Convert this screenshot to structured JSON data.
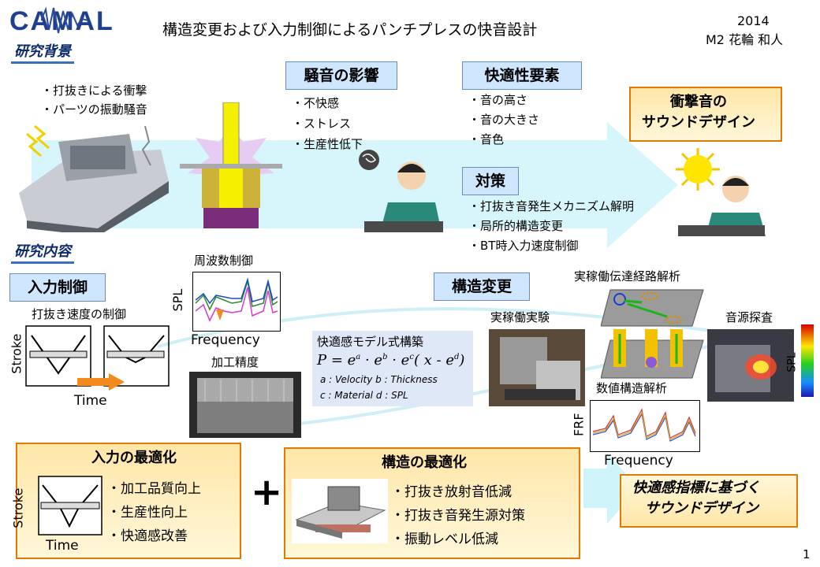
{
  "logo": {
    "text": "CAMAL"
  },
  "title": "構造変更および入力制御によるパンチプレスの快音設計",
  "meta": {
    "year": "2014",
    "author": "M2 花輪 和人"
  },
  "sections": {
    "background": "研究背景",
    "content": "研究内容"
  },
  "background": {
    "bullets": [
      "・打抜きによる衝撃",
      "・パーツの振動騒音"
    ],
    "noise_effect": {
      "label": "騒音の影響",
      "items": [
        "・不快感",
        "・ストレス",
        "・生産性低下"
      ]
    },
    "comfort": {
      "label": "快適性要素",
      "items": [
        "・音の高さ",
        "・音の大きさ",
        "・音色"
      ]
    },
    "measures": {
      "label": "対策",
      "items": [
        "・打抜き音発生メカニズム解明",
        "・局所的構造変更",
        "・BT時入力速度制御"
      ]
    },
    "sound_design": {
      "line1": "衝撃音の",
      "line2": "サウンドデザイン"
    }
  },
  "input_control": {
    "label": "入力制御",
    "speed_caption": "打抜き速度の制御",
    "ylabel": "Stroke",
    "xlabel": "Time",
    "freq_caption": "周波数制御",
    "spl_label": "SPL",
    "freq_label": "Frequency",
    "precision_caption": "加工精度"
  },
  "model": {
    "caption": "快適感モデル式構築",
    "formula_lead": "P = e",
    "formula_tail": "( x - e",
    "sup_a": "a",
    "sup_b": "b",
    "sup_c": "c",
    "sup_d": "d",
    "legend1": "a : Velocity    b : Thickness",
    "legend2": "c : Material   d : SPL"
  },
  "structure": {
    "label": "構造変更",
    "path_caption": "実稼働伝達経路解析",
    "experiment_caption": "実稼働実験",
    "source_caption": "音源探査",
    "spl_label": "SPL",
    "numerical_caption": "数値構造解析",
    "frf_label": "FRF",
    "freq_label": "Frequency"
  },
  "bottom": {
    "input_opt": {
      "title": "入力の最適化",
      "ylabel": "Stroke",
      "xlabel": "Time",
      "items": [
        "・加工品質向上",
        "・生産性向上",
        "・快適感改善"
      ]
    },
    "plus": "+",
    "struct_opt": {
      "title": "構造の最適化",
      "items": [
        "・打抜き放射音低減",
        "・打抜き音発生源対策",
        "・振動レベル低減"
      ]
    },
    "result": {
      "line1": "快適感指標に基づく",
      "line2": "サウンドデザイン"
    }
  },
  "page_number": "1",
  "colors": {
    "accent_blue": "#cfe6ff",
    "orange_border": "#e07a00",
    "arrow_cyan": "#c8f2f8"
  }
}
